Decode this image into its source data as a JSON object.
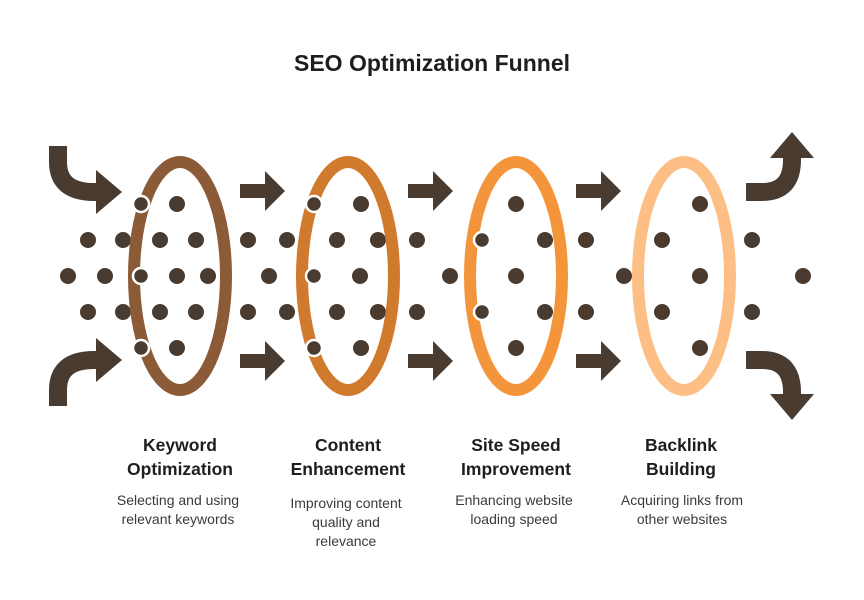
{
  "title": "SEO Optimization Funnel",
  "colors": {
    "dots": "#4a3b30",
    "arrows": "#4a3b30",
    "text": "#1e1e1e"
  },
  "stages": [
    {
      "title_line1": "Keyword",
      "title_line2": "Optimization",
      "desc_line1": "Selecting and using",
      "desc_line2": "relevant keywords",
      "desc_line3": "",
      "color": "#8b5a36"
    },
    {
      "title_line1": "Content",
      "title_line2": "Enhancement",
      "desc_line1": "Improving content",
      "desc_line2": "quality and",
      "desc_line3": "relevance",
      "color": "#d07a2e"
    },
    {
      "title_line1": "Site Speed",
      "title_line2": "Improvement",
      "desc_line1": "Enhancing website",
      "desc_line2": "loading speed",
      "desc_line3": "",
      "color": "#f5953b"
    },
    {
      "title_line1": "Backlink",
      "title_line2": "Building",
      "desc_line1": "Acquiring links from",
      "desc_line2": "other websites",
      "desc_line3": "",
      "color": "#fdbf86"
    }
  ]
}
